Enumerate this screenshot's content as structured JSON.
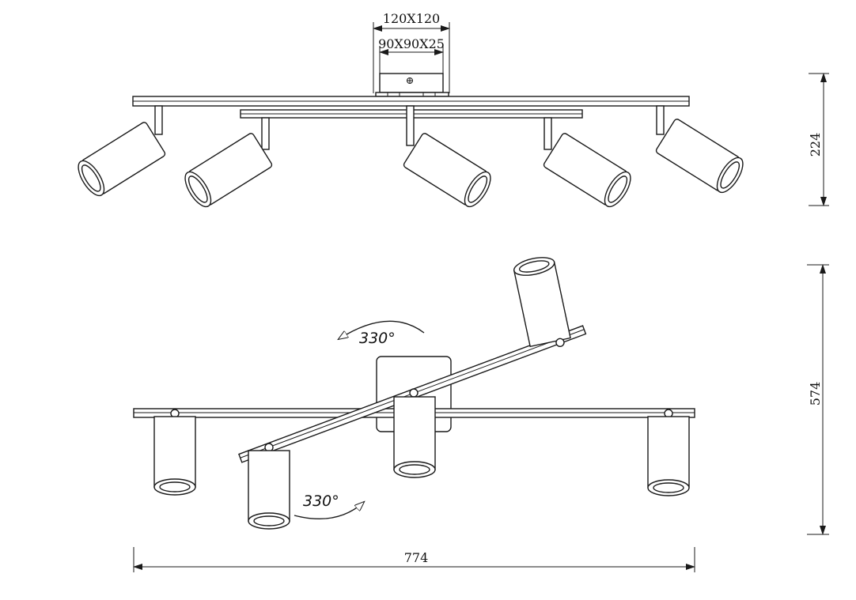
{
  "dimensions": {
    "canopy_outer": "120X120",
    "canopy_inner": "90X90X25",
    "height_front": "224",
    "depth_top": "574",
    "width": "774"
  },
  "rotation": {
    "upper": "330°",
    "lower": "330°"
  }
}
